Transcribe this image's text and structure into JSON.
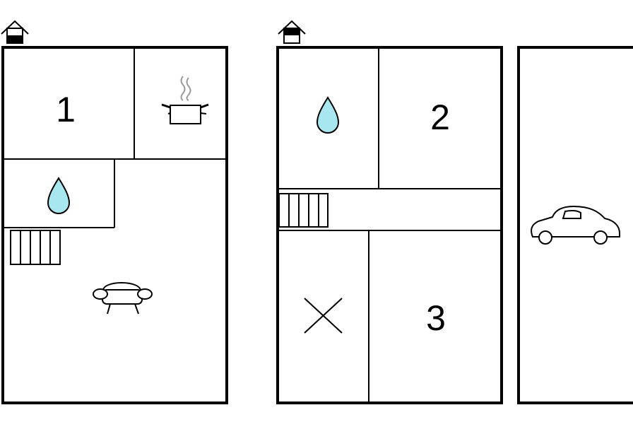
{
  "floors": [
    {
      "level_icon": "house-ground-floor-icon",
      "rooms": [
        {
          "label": "1",
          "icon": "bedroom"
        },
        {
          "label": "",
          "icon": "kitchen-pot-icon"
        },
        {
          "label": "",
          "icon": "bathroom-drop-icon"
        },
        {
          "label": "",
          "icon": "stairs-icon"
        },
        {
          "label": "",
          "icon": "living-room-sofa-icon"
        }
      ]
    },
    {
      "level_icon": "house-first-floor-icon",
      "rooms": [
        {
          "label": "",
          "icon": "bathroom-drop-icon"
        },
        {
          "label": "2",
          "icon": "bedroom"
        },
        {
          "label": "",
          "icon": "stairs-icon"
        },
        {
          "label": "",
          "icon": "storage-cross-icon"
        },
        {
          "label": "3",
          "icon": "bedroom"
        }
      ]
    },
    {
      "rooms": [
        {
          "label": "",
          "icon": "garage-car-icon"
        }
      ]
    }
  ],
  "colors": {
    "walls": "#000000",
    "water_drop": "#a8e6f0",
    "steam": "#999999",
    "background": "#ffffff"
  }
}
